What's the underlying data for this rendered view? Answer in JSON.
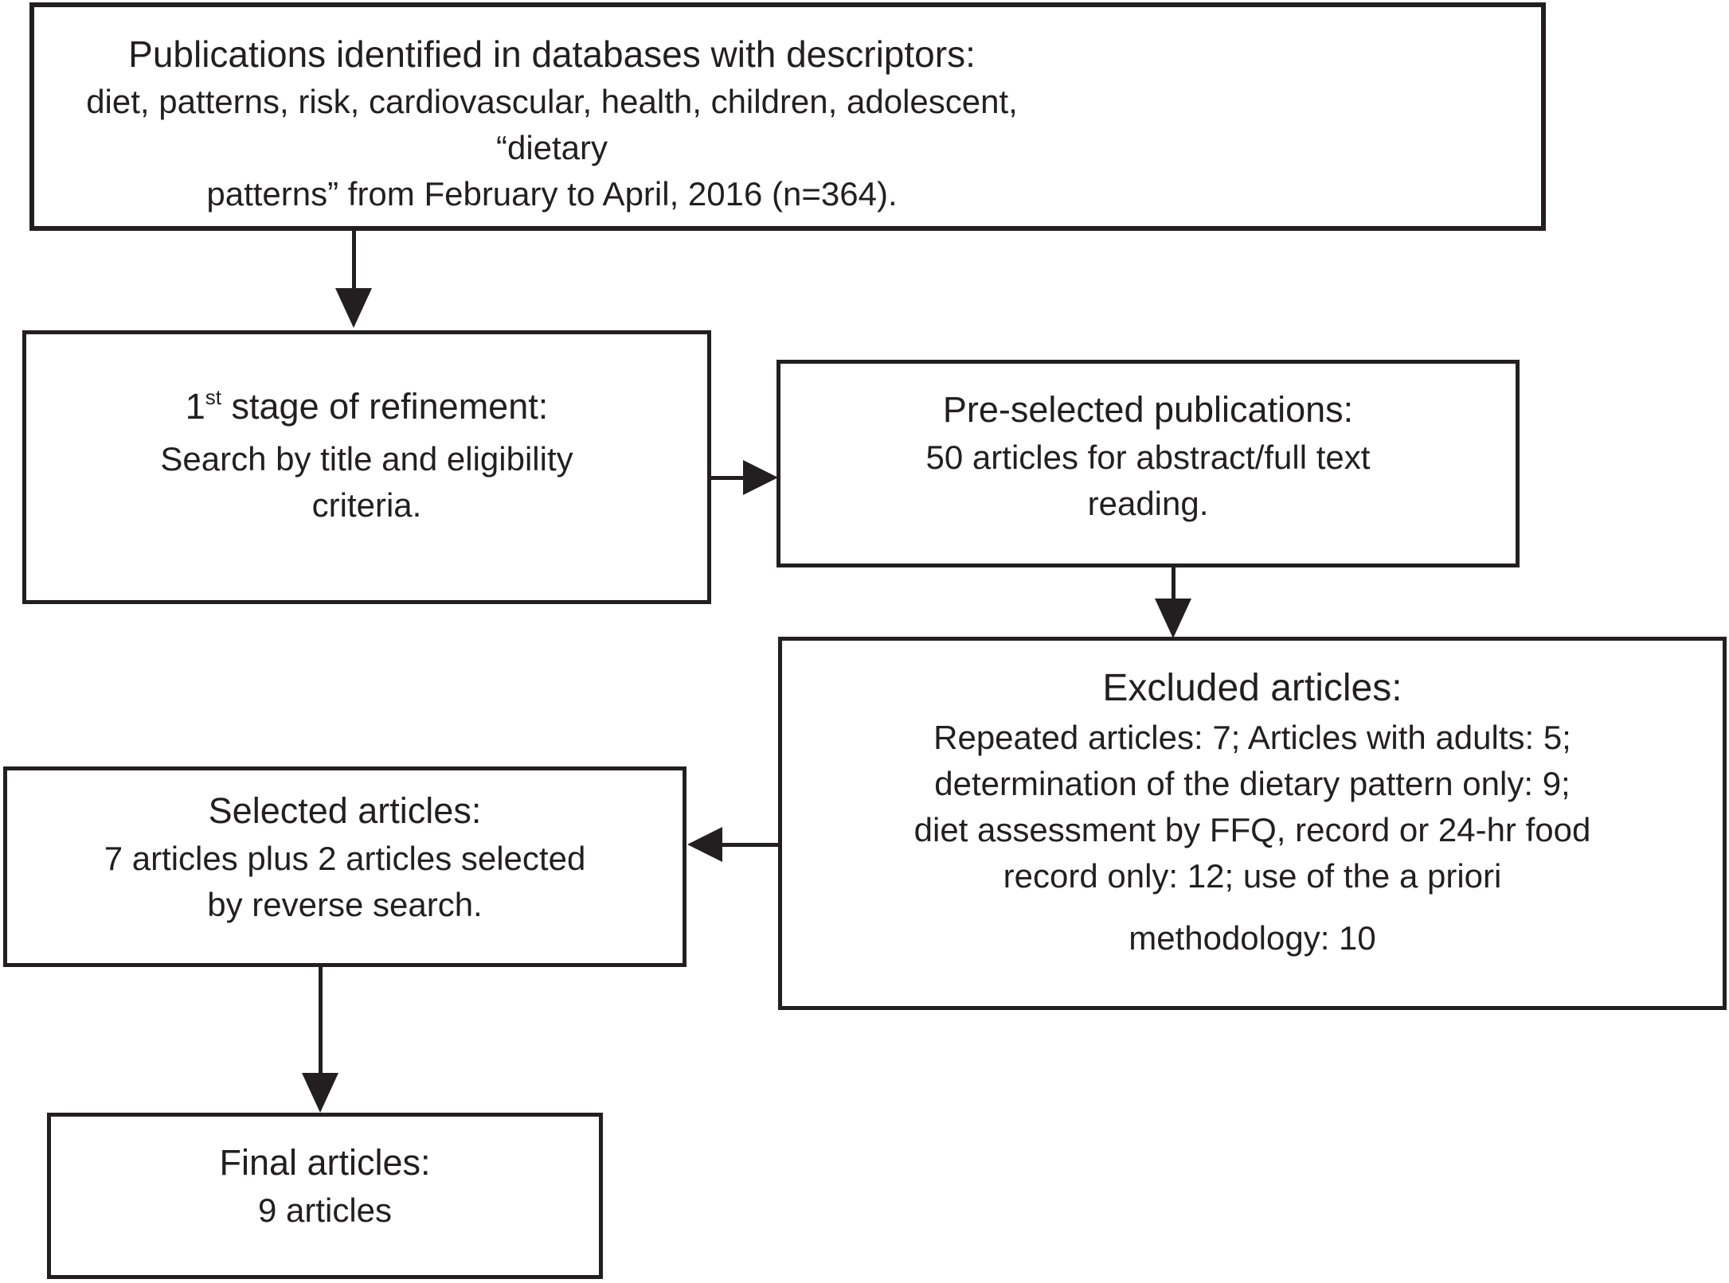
{
  "diagram_type": "flowchart",
  "colors": {
    "ink": "#231f20",
    "background": "#ffffff"
  },
  "boxes": {
    "identified": {
      "heading": "Publications identified in databases with descriptors:",
      "lines": [
        "diet, patterns, risk, cardiovascular, health, children, adolescent, “dietary",
        "patterns” from February to April, 2016 (n=364)."
      ]
    },
    "refinement": {
      "heading_num": "1",
      "heading_sup": "st",
      "heading_rest": " stage of refinement:",
      "lines": [
        "Search by title and eligibility",
        "criteria."
      ]
    },
    "preselected": {
      "heading": "Pre-selected publications:",
      "lines": [
        "50 articles for abstract/full text",
        "reading."
      ]
    },
    "excluded": {
      "heading": "Excluded articles:",
      "lines": [
        "Repeated articles: 7; Articles with adults: 5;",
        "determination of the dietary pattern only: 9;",
        "diet assessment by FFQ, record or 24-hr food",
        "record only: 12; use of the a priori",
        "methodology: 10"
      ]
    },
    "selected": {
      "heading": "Selected articles:",
      "lines": [
        "7 articles plus 2 articles selected",
        "by reverse search."
      ]
    },
    "final": {
      "heading": "Final articles:",
      "lines": [
        "9 articles"
      ]
    }
  },
  "connections": [
    {
      "from": "identified",
      "to": "refinement",
      "direction": "down"
    },
    {
      "from": "refinement",
      "to": "preselected",
      "direction": "right"
    },
    {
      "from": "preselected",
      "to": "excluded",
      "direction": "down"
    },
    {
      "from": "excluded",
      "to": "selected",
      "direction": "left"
    },
    {
      "from": "selected",
      "to": "final",
      "direction": "down"
    }
  ]
}
